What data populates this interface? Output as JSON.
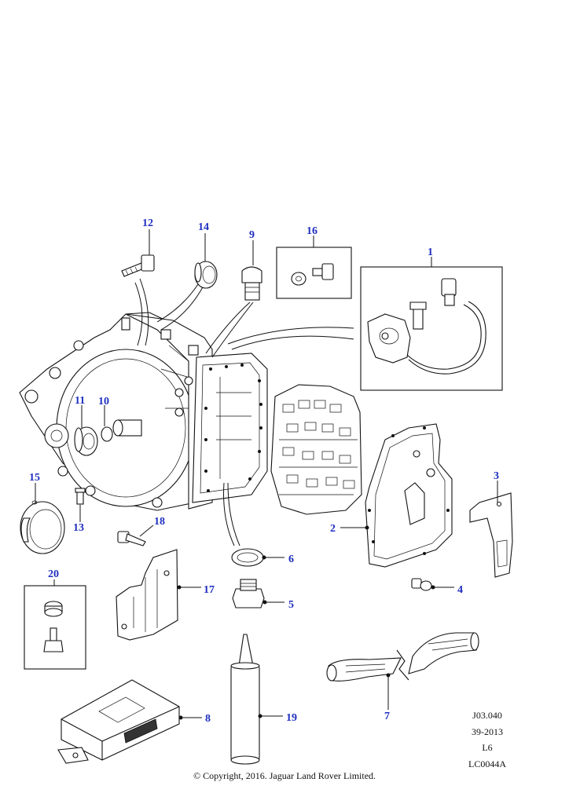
{
  "callouts": {
    "c1": "1",
    "c2": "2",
    "c3": "3",
    "c4": "4",
    "c5": "5",
    "c6": "6",
    "c7": "7",
    "c8": "8",
    "c9": "9",
    "c10": "10",
    "c11": "11",
    "c12": "12",
    "c13": "13",
    "c14": "14",
    "c15": "15",
    "c16": "16",
    "c17": "17",
    "c18": "18",
    "c19": "19",
    "c20": "20"
  },
  "reference": {
    "code": "J03.040",
    "date": "39-2013",
    "model": "L6",
    "illustration_id": "LC0044A"
  },
  "copyright": "© Copyright, 2016. Jaguar Land Rover Limited.",
  "colors": {
    "callout": "#1f2fbf",
    "line": "#111111"
  }
}
